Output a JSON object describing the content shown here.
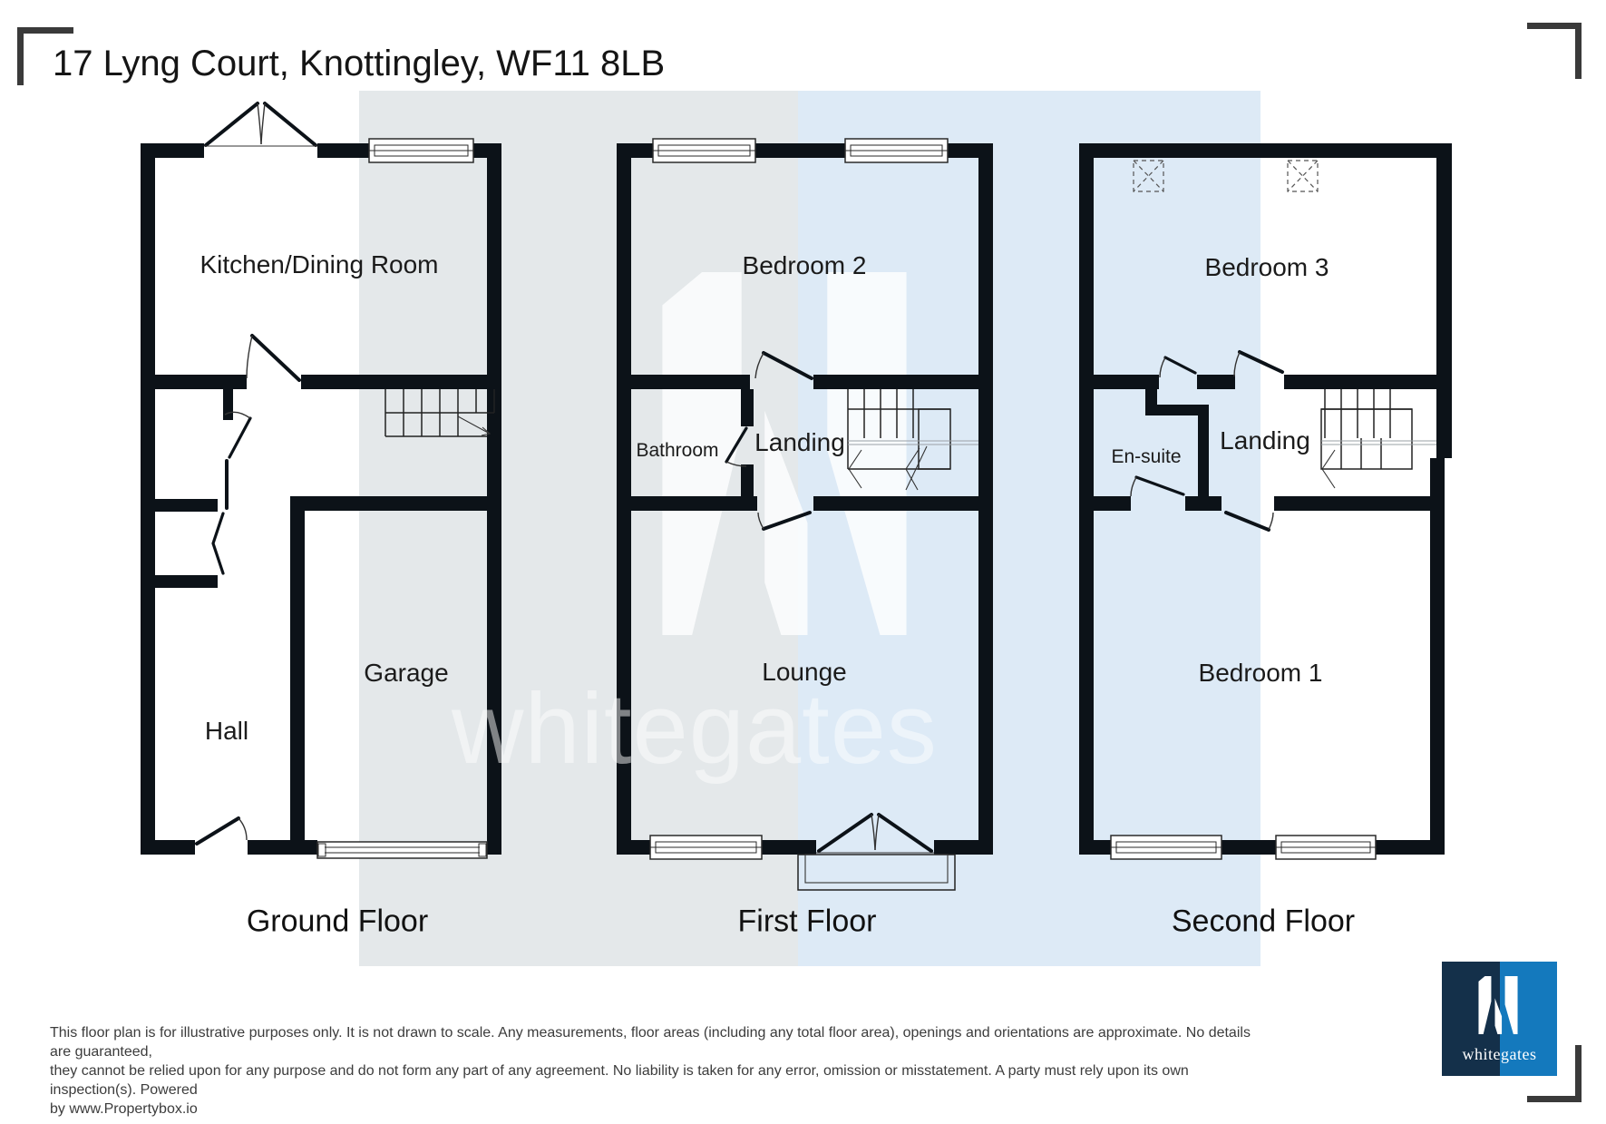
{
  "title": "17 Lyng Court, Knottingley, WF11 8LB",
  "watermark": {
    "text": "whitegates"
  },
  "floors": {
    "ground": {
      "label": "Ground Floor",
      "rooms": {
        "kitchen": "Kitchen/Dining Room",
        "hall": "Hall",
        "garage": "Garage"
      }
    },
    "first": {
      "label": "First Floor",
      "rooms": {
        "bedroom2": "Bedroom 2",
        "bathroom": "Bathroom",
        "landing": "Landing",
        "lounge": "Lounge"
      }
    },
    "second": {
      "label": "Second Floor",
      "rooms": {
        "bedroom3": "Bedroom 3",
        "ensuite": "En-suite",
        "landing": "Landing",
        "bedroom1": "Bedroom 1"
      }
    }
  },
  "disclaimer": {
    "lines": [
      "This floor plan is for illustrative purposes only. It is not drawn to scale. Any measurements, floor areas (including any total floor area), openings and orientations are approximate. No details are guaranteed,",
      "they cannot be relied upon for any purpose and do not form any part of any agreement. No liability is taken for any error, omission or misstatement. A party must rely upon its own inspection(s). Powered",
      "by www.Propertybox.io"
    ]
  },
  "logo": {
    "brand": "whitegates"
  },
  "colors": {
    "wall": "#0c1218",
    "band_gray": "#e4e8ea",
    "band_blue": "#ddeaf6",
    "logo_navy": "#14304a",
    "logo_blue": "#1479bd"
  }
}
